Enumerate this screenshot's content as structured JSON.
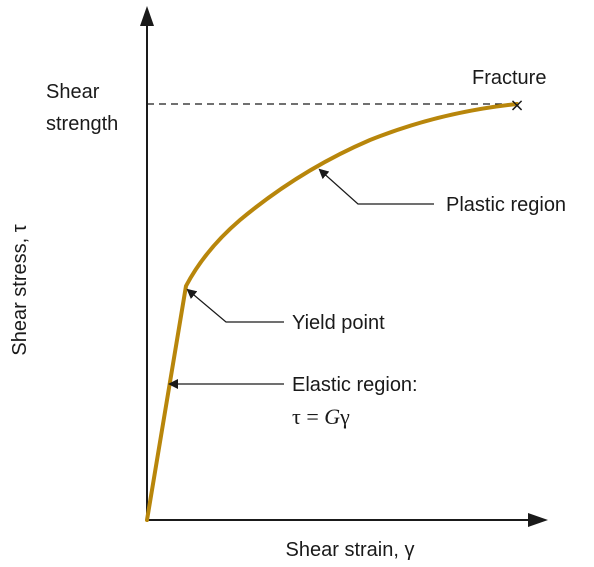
{
  "diagram": {
    "y_axis_label": "Shear stress, τ",
    "x_axis_label": "Shear strain, γ",
    "shear_strength_label_line1": "Shear",
    "shear_strength_label_line2": "strength",
    "fracture_label": "Fracture",
    "plastic_region_label": "Plastic region",
    "yield_point_label": "Yield point",
    "elastic_region_label": "Elastic region:",
    "elastic_equation_tau": "τ",
    "elastic_equation_eq": " = ",
    "elastic_equation_G": "G",
    "elastic_equation_gamma": "γ",
    "fracture_marker": "×"
  },
  "colors": {
    "curve": "#b8860b",
    "axes": "#1a1a1a",
    "text": "#1a1a1a"
  }
}
